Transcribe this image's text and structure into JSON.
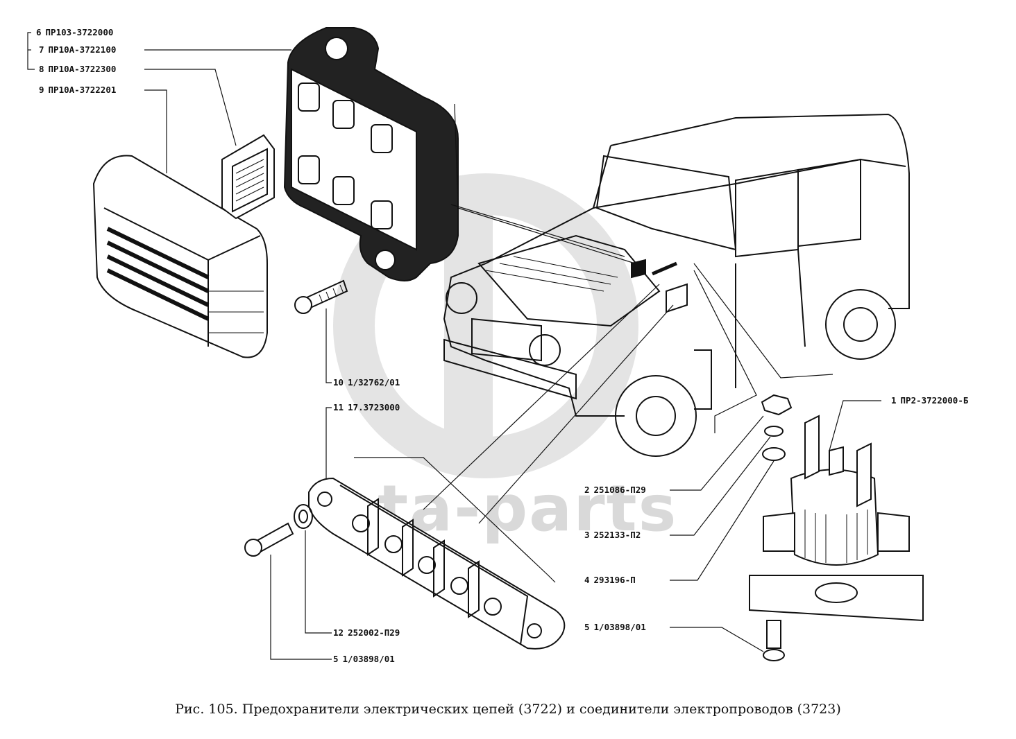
{
  "callouts": {
    "c6": {
      "num": "6",
      "code": "ПР103-3722000"
    },
    "c7": {
      "num": "7",
      "code": "ПР10А-3722100"
    },
    "c8": {
      "num": "8",
      "code": "ПР10А-3722300"
    },
    "c9": {
      "num": "9",
      "code": "ПР10А-3722201"
    },
    "c10": {
      "num": "10",
      "code": "1/32762/01"
    },
    "c11": {
      "num": "11",
      "code": "17.3723000"
    },
    "c12": {
      "num": "12",
      "code": "252002-П29"
    },
    "c5a": {
      "num": "5",
      "code": "1/03898/01"
    },
    "c1": {
      "num": "1",
      "code": "ПР2-3722000-Б"
    },
    "c2": {
      "num": "2",
      "code": "251086-П29"
    },
    "c3": {
      "num": "3",
      "code": "252133-П2"
    },
    "c4": {
      "num": "4",
      "code": "293196-П"
    },
    "c5b": {
      "num": "5",
      "code": "1/03898/01"
    }
  },
  "watermark": "ata-parts",
  "caption": "Рис. 105. Предохранители электрических цепей (3722) и соединители электропроводов (3723)",
  "colors": {
    "ink": "#111111",
    "watermark": "#d9d9d9"
  }
}
